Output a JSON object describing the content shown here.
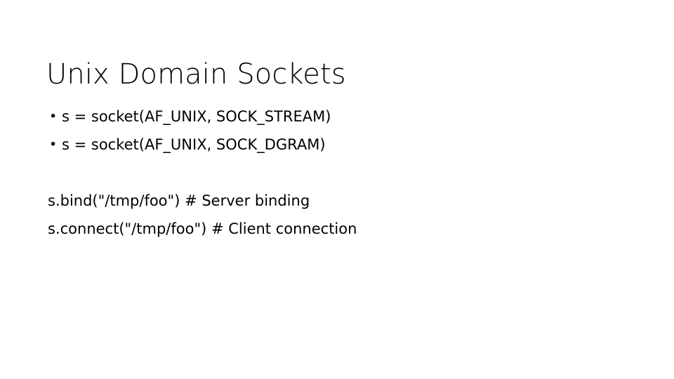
{
  "slide": {
    "title": "Unix Domain Sockets",
    "background_color": "#ffffff",
    "text_color": "#000000",
    "bullet_glyph": "•",
    "bullets": [
      {
        "text": "s = socket(AF_UNIX, SOCK_STREAM)"
      },
      {
        "text": "s = socket(AF_UNIX, SOCK_DGRAM)"
      }
    ],
    "code_lines": [
      {
        "text": "s.bind(\"/tmp/foo\") # Server binding"
      },
      {
        "text": "s.connect(\"/tmp/foo\") # Client connection"
      }
    ]
  }
}
